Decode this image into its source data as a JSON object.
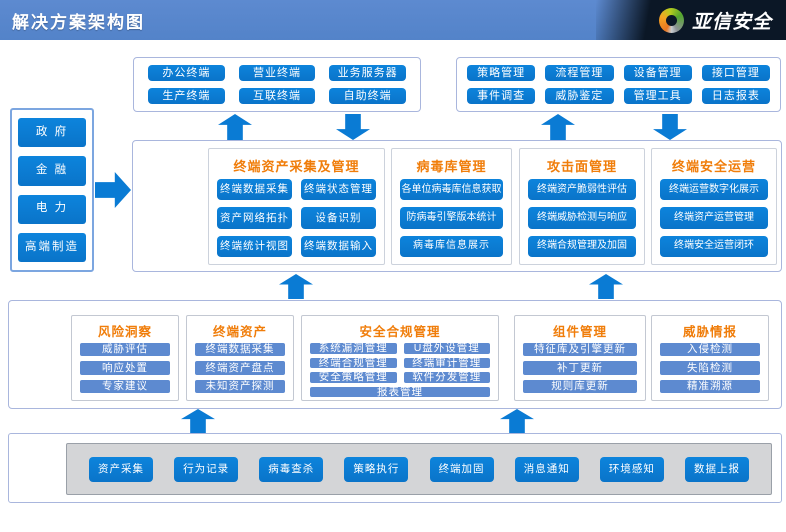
{
  "header": {
    "title": "解决方案架构图",
    "brand": "亚信安全"
  },
  "industries": {
    "items": [
      "政 府",
      "金 融",
      "电 力",
      "高端制造"
    ]
  },
  "top_terminals": {
    "items": [
      "办公终端",
      "营业终端",
      "业务服务器",
      "生产终端",
      "互联终端",
      "自助终端"
    ]
  },
  "top_management": {
    "items": [
      "策略管理",
      "流程管理",
      "设备管理",
      "接口管理",
      "事件调查",
      "威胁鉴定",
      "管理工具",
      "日志报表"
    ]
  },
  "middle": {
    "sections": [
      {
        "title": "终端资产采集及管理",
        "items": [
          "终端数据采集",
          "终端状态管理",
          "资产网络拓扑",
          "设备识别",
          "终端统计视图",
          "终端数据输入"
        ]
      },
      {
        "title": "病毒库管理",
        "items": [
          "各单位病毒库信息获取",
          "防病毒引擎版本统计",
          "病毒库信息展示"
        ]
      },
      {
        "title": "攻击面管理",
        "items": [
          "终端资产脆弱性评估",
          "终端威胁检测与响应",
          "终端合规管理及加固"
        ]
      },
      {
        "title": "终端安全运营",
        "items": [
          "终端运营数字化展示",
          "终端资产运营管理",
          "终端安全运营闭环"
        ]
      }
    ]
  },
  "lower": {
    "sections": [
      {
        "title": "风险洞察",
        "items": [
          "威胁评估",
          "响应处置",
          "专家建议"
        ]
      },
      {
        "title": "终端资产",
        "items": [
          "终端数据采集",
          "终端资产盘点",
          "未知资产探测"
        ]
      },
      {
        "title": "安全合规管理",
        "items": [
          "系统漏洞管理",
          "U盘外设管理",
          "终端合规管理",
          "终端审计管理",
          "安全策略管理",
          "软件分发管理",
          "报表管理"
        ]
      },
      {
        "title": "组件管理",
        "items": [
          "特征库及引擎更新",
          "补丁更新",
          "规则库更新"
        ]
      },
      {
        "title": "威胁情报",
        "items": [
          "入侵检测",
          "失陷检测",
          "精准溯源"
        ]
      }
    ]
  },
  "bottom": {
    "items": [
      "资产采集",
      "行为记录",
      "病毒查杀",
      "策略执行",
      "终端加固",
      "消息通知",
      "环境感知",
      "数据上报"
    ]
  },
  "colors": {
    "header_blue": "#5383c9",
    "accent_blue": "#0a7bd4",
    "steel_blue": "#5d8ad0",
    "title_orange": "#f07d0a",
    "gray_panel": "#d4d5d7",
    "logo_orange": "#e87722",
    "logo_green": "#53a62d",
    "logo_gray": "#8d9296"
  }
}
